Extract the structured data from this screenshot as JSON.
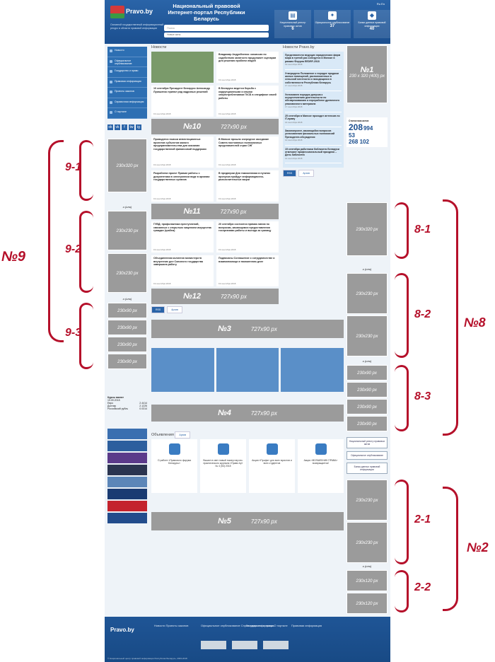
{
  "header": {
    "logo": "Pravo.by",
    "subtitle": "Основной государственный информационный ресурс в области правовой информации",
    "title": "Национальный правовой Интернет-портал Республики Беларусь",
    "lang": "Ru  En",
    "search_placeholder": "Поиск",
    "select_value": "Новые акты",
    "boxes": [
      {
        "label": "Национальный реестр правовых актов",
        "value": "6"
      },
      {
        "label": "Официальное опубликование",
        "value": "37"
      },
      {
        "label": "Банки данных правовой информации",
        "value": "40"
      }
    ]
  },
  "nav": [
    "Новости",
    "Официальное опубликование",
    "Государство и право",
    "Правовая информация",
    "Проекты законов",
    "Справочная информация",
    "О портале"
  ],
  "social": [
    "ok",
    "vk",
    "f",
    "tw",
    "ig"
  ],
  "center": {
    "news_title": "Новости",
    "news": [
      {
        "t": "Владимир Андрейченко: комиссия по содействию занятости продолжает сценарии для решения проблем людей",
        "d": "19 сентября 2018"
      },
      {
        "t": "10 сентября Президент Беларуси Александр Лукашенко принял ряд кадровых решений",
        "d": "19 сентября 2018"
      },
      {
        "t": "В Беларуси ведется борьба с коррупционными и иными злоупотреблениями ГКСБ в специфике своей работы",
        "d": "19 сентября 2018"
      },
      {
        "t": "Проводятся поиски инвестиционных проектов субъектов малого предпринимательства для оказания государственной финансовой поддержки",
        "d": "19 сентября 2018"
      },
      {
        "t": "В Минске прошло очередное заседание Совета постоянных полномочных представителей стран СНГ",
        "d": "19 сентября 2018"
      },
      {
        "t": "Разработан проект Правил работы с документами в электронном виде в архивах государственных органов",
        "d": "19 сентября 2018"
      },
      {
        "t": "В предверии Дня таможенника в пунктах пропуска пройдут информационно-разъяснительные акции",
        "d": "19 сентября 2018"
      },
      {
        "t": "ГУВД: профилактика преступлений, связанных с открытым хищением имущества граждан (грабеж)",
        "d": "19 сентября 2018"
      },
      {
        "t": "20 сентября состоится прямая линия по вопросам, касающимся предоставления госорганами работы и выезда за границу",
        "d": "19 сентября 2018"
      },
      {
        "t": "Объединенная коллегия министерств внутренних дел Союзного государства завершила работу",
        "d": "19 сентября 2018"
      },
      {
        "t": "Подписаны Соглашение о сотрудничестве и взаимопомощи в таможенном деле",
        "d": "19 сентября 2018"
      }
    ],
    "rss": "RSS",
    "archive": "Архив",
    "ads_title": "Объявления",
    "ads": [
      {
        "t": "О работе «Правового форума Беларусь»",
        "d": "5 сентября 2018"
      },
      {
        "t": "Вышел в свет новый номер научно-практического журнала «Право.by» № 4 (54) 2018",
        "d": "31 августа 2018"
      },
      {
        "t": "Акция «Профи» для всех юристов и всех студентов",
        "d": "30 августа 2018"
      },
      {
        "t": "Акция «ВОЛШЕБНИК ПРАВА» возвращается!",
        "d": "30 августа 2018"
      }
    ]
  },
  "right": {
    "title": "Новости Pravo.by",
    "news": [
      {
        "t": "Представители ведущих юридических фирм мира в третий раз соберутся в Минске в рамках Форума EEDRF-2018",
        "d": "19 сентября 2018"
      },
      {
        "t": "Утверждено Положение о порядке продажи жилых помещений, расположенных в сельской местности и находящихся в собственности Республики Беларусь",
        "d": "17 сентября 2018"
      },
      {
        "t": "Установлен порядок допуска к осуществлению деятельности по обезвреживанию и переработке древесного упаковочного материала",
        "d": "17 сентября 2018"
      },
      {
        "t": "25 сентября в Минске проходит интенсив по IT-праву",
        "d": "14 сентября 2018"
      },
      {
        "t": "Законопроект, касающийся вопросов установления фискальных полномочий Президента обсуждения",
        "d": "12 сентября 2018"
      },
      {
        "t": "15 сентября работники библиотек Беларуси отмечают профессиональный праздник – День библиотек",
        "d": "14 сентября 2018"
      }
    ]
  },
  "stats": {
    "title": "Статистика актов",
    "big": "208",
    "big2": "994",
    "mid": "53",
    "small": "268 102"
  },
  "links": [
    "Национальный реестр правовых актов",
    "Официальное опубликование",
    "Банки данных правовой информации"
  ],
  "banners": {
    "n1": "№1",
    "n1s": "230 x 320 (400) px",
    "n10": "№10",
    "n11": "№11",
    "n12": "№12",
    "n3": "№3",
    "n4": "№4",
    "n5": "№5",
    "size727": "727x90 px",
    "s230x320": "230x320 px",
    "s230x230": "230x230 px",
    "s230x90": "230x90 px",
    "s230x120": "230x120 px",
    "or": "и (или)"
  },
  "marks": {
    "m9": "№9",
    "m91": "9-1",
    "m92": "9-2",
    "m93": "9-3",
    "m8": "№8",
    "m81": "8-1",
    "m82": "8-2",
    "m83": "8-3",
    "m2": "№2",
    "m21": "2-1",
    "m22": "2-2"
  },
  "currency": {
    "title": "Курсы валют",
    "date": "19.09.2018",
    "rows": [
      [
        "Евро",
        "2.4414"
      ],
      [
        "Доллар",
        "2.1226"
      ],
      [
        "Российский рубль",
        "0.0314"
      ]
    ]
  },
  "footer": {
    "logo": "Pravo.by",
    "col1": "Новости\nПроекты законов",
    "col2": "Официальное опубликование\nСправочная информация",
    "col3": "Государство и право\nО портале",
    "col4": "Правовая информация",
    "copy": "© Национальный центр правовой информации Республики Беларусь, 2003-2018"
  },
  "colors": {
    "brand": "#1b4f8f",
    "mark": "#b5102a",
    "banner": "#9b9b9b"
  }
}
